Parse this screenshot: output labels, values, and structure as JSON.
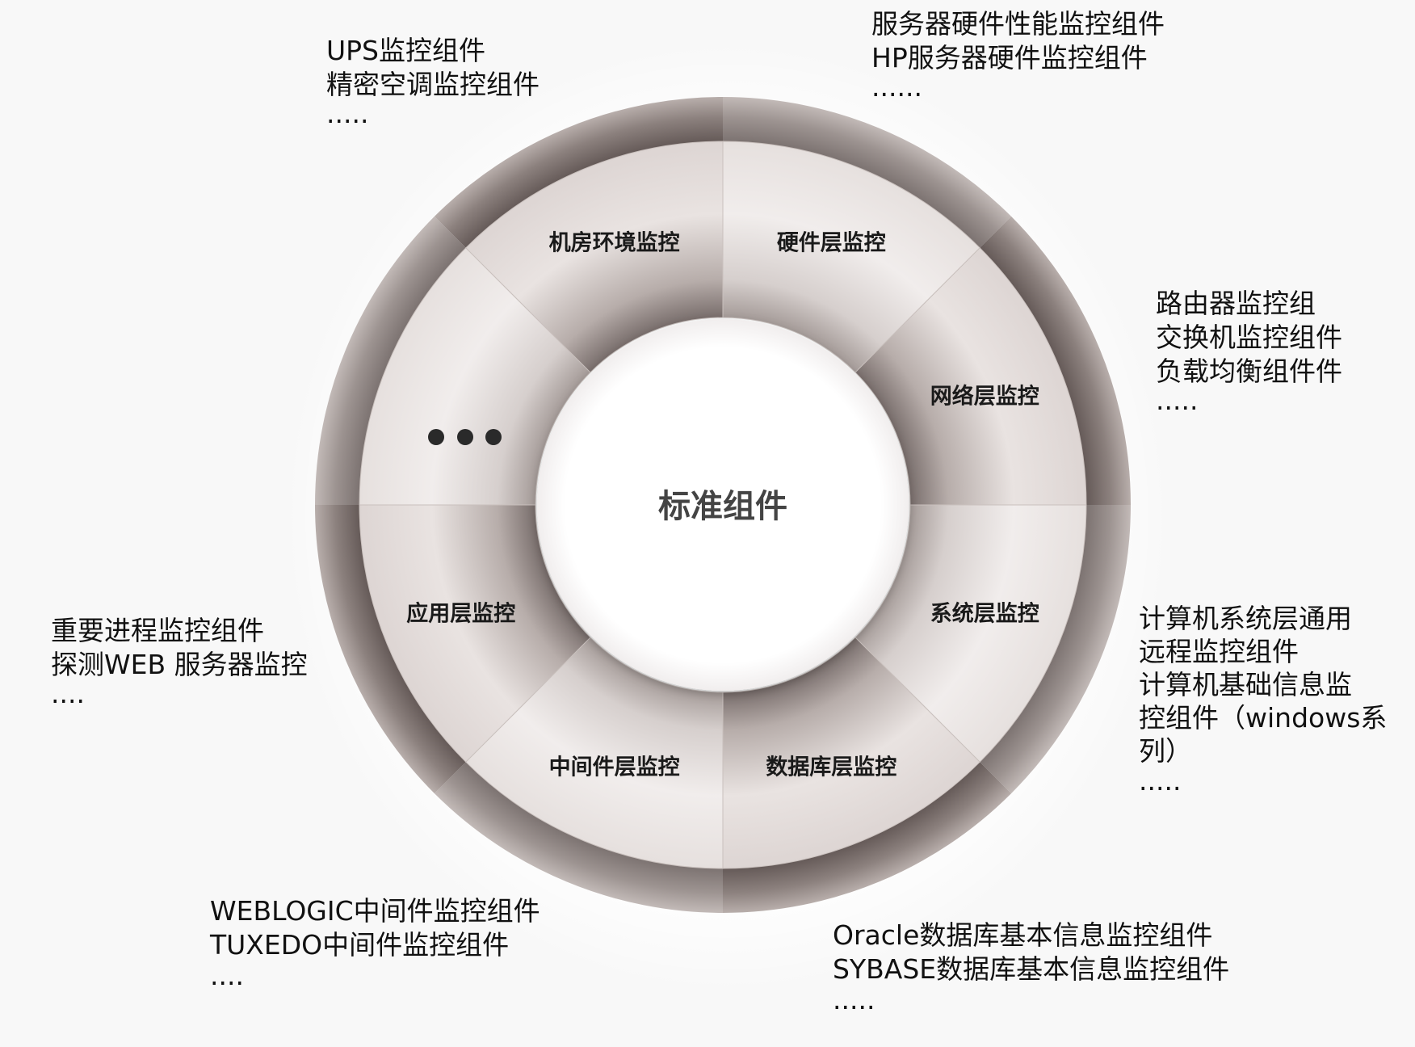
{
  "center": {
    "label": "标准组件"
  },
  "segments": [
    {
      "id": "hardware",
      "label": "硬件层监控"
    },
    {
      "id": "network",
      "label": "网络层监控"
    },
    {
      "id": "system",
      "label": "系统层监控"
    },
    {
      "id": "database",
      "label": "数据库层监控"
    },
    {
      "id": "middleware",
      "label": "中间件层监控"
    },
    {
      "id": "application",
      "label": "应用层监控"
    },
    {
      "id": "more",
      "label": ""
    },
    {
      "id": "room",
      "label": "机房环境监控"
    }
  ],
  "notes": {
    "room": [
      "UPS监控组件",
      "精密空调监控组件",
      "....."
    ],
    "hardware": [
      "服务器硬件性能监控组件",
      "HP服务器硬件监控组件",
      "......"
    ],
    "network": [
      "路由器监控组",
      "交换机监控组件",
      "负载均衡组件件",
      "....."
    ],
    "system": [
      "计算机系统层通用",
      "远程监控组件",
      "计算机基础信息监",
      "控组件（windows系",
      "列）",
      "....."
    ],
    "application": [
      "重要进程监控组件",
      "探测WEB 服务器监控",
      "...."
    ],
    "middleware": [
      "WEBLOGIC中间件监控组件",
      "TUXEDO中间件监控组件",
      "...."
    ],
    "database": [
      "Oracle数据库基本信息监控组件",
      "SYBASE数据库基本信息监控组件",
      "....."
    ]
  },
  "colors": {
    "outer_ring": "#8a7f7c",
    "sector_light": "#ece6e4",
    "sector_dark": "#9c918e",
    "center_fill": "#ffffff",
    "center_text": "#444444"
  }
}
